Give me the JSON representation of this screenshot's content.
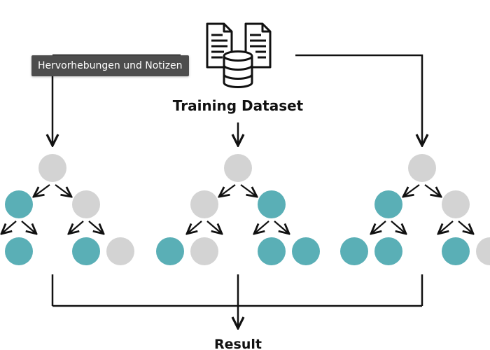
{
  "tooltip": {
    "text": "Hervorhebungen und Notizen"
  },
  "diagram": {
    "top_label": "Training Dataset",
    "bottom_label": "Result",
    "colors": {
      "teal": "#5aafb6",
      "gray": "#d3d3d3",
      "line": "#111111"
    },
    "icon": "documents-database-icon",
    "trees": [
      {
        "name": "tree-left",
        "level1": [
          "teal",
          "gray"
        ],
        "level2": [
          "teal",
          "teal",
          "teal",
          "gray"
        ]
      },
      {
        "name": "tree-middle",
        "level1": [
          "gray",
          "teal"
        ],
        "level2": [
          "teal",
          "gray",
          "teal",
          "teal"
        ]
      },
      {
        "name": "tree-right",
        "level1": [
          "teal",
          "gray"
        ],
        "level2": [
          "teal",
          "teal",
          "teal",
          "gray"
        ]
      }
    ]
  }
}
